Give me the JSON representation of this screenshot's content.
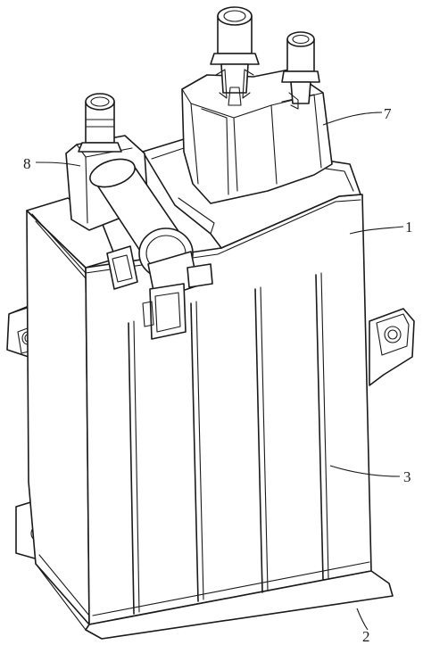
{
  "labels": {
    "l1": "1",
    "l2": "2",
    "l3": "3",
    "l7": "7",
    "l8": "8"
  }
}
